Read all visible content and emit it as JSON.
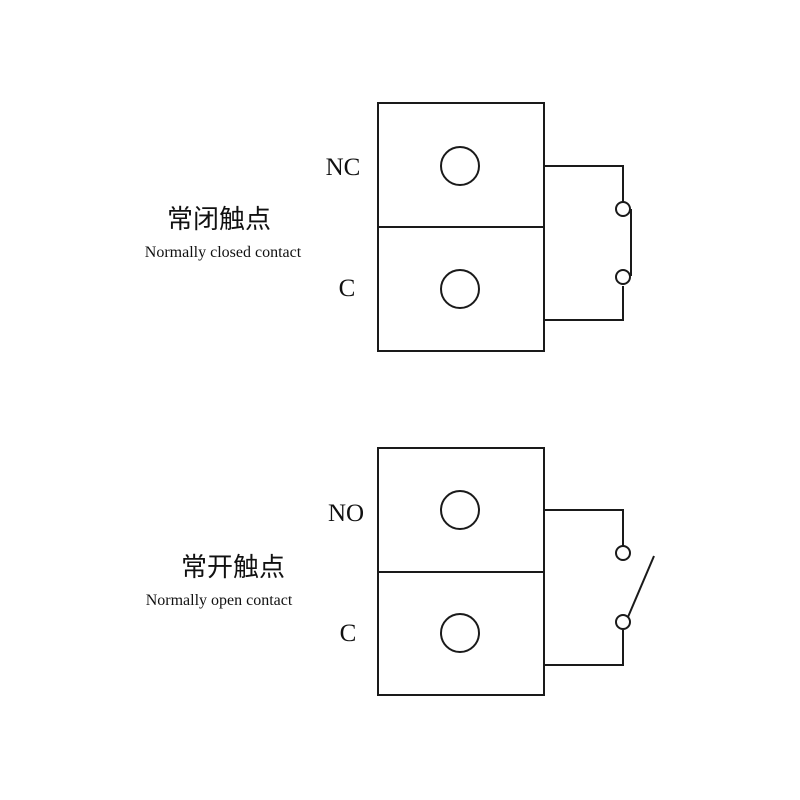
{
  "closed_section": {
    "title_cn": "常闭触点",
    "title_en": "Normally closed contact",
    "top_terminal": "NC",
    "bottom_terminal": "C"
  },
  "open_section": {
    "title_cn": "常开触点",
    "title_en": "Normally open contact",
    "top_terminal": "NO",
    "bottom_terminal": "C"
  },
  "colors": {
    "line": "#1a1a1a",
    "background": "#ffffff"
  }
}
